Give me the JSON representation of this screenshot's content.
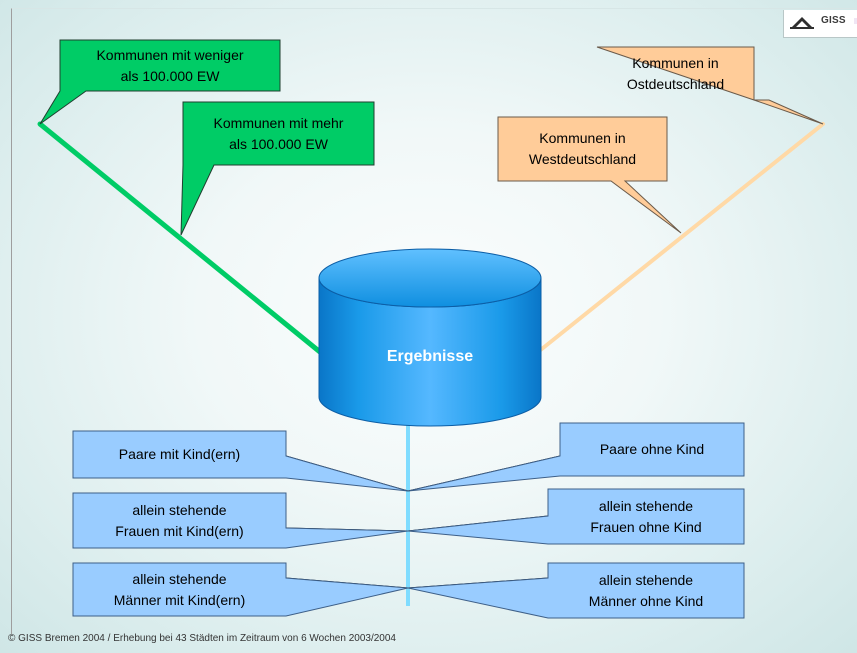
{
  "logo": {
    "text": "GISS",
    "icon": "house-roof-logo-icon"
  },
  "center": {
    "label": "Ergebnisse"
  },
  "callouts": {
    "top_left_small": "Kommunen mit weniger\nals 100.000 EW",
    "top_left_large": "Kommunen mit mehr\nals 100.000 EW",
    "top_right_east": "Kommunen in\nOstdeutschland",
    "top_right_west": "Kommunen in\nWestdeutschland",
    "left_1": "Paare mit Kind(ern)",
    "left_2": "allein stehende\nFrauen mit Kind(ern)",
    "left_3": "allein stehende\nMänner mit Kind(ern)",
    "right_1": "Paare ohne Kind",
    "right_2": "allein stehende\nFrauen ohne Kind",
    "right_3": "allein stehende\nMänner ohne Kind"
  },
  "footer": {
    "text": "© GISS Bremen 2004 / Erhebung bei 43 Städten im Zeitraum von 6 Wochen 2003/2004"
  },
  "colors": {
    "green_callout": "#00cc66",
    "orange_callout": "#ffcc99",
    "blue_callout": "#99ccff",
    "cylinder_blue": "#0099e6",
    "green_line": "#00cc66",
    "orange_line": "#ffd9a6",
    "blue_line": "#80ddff"
  }
}
